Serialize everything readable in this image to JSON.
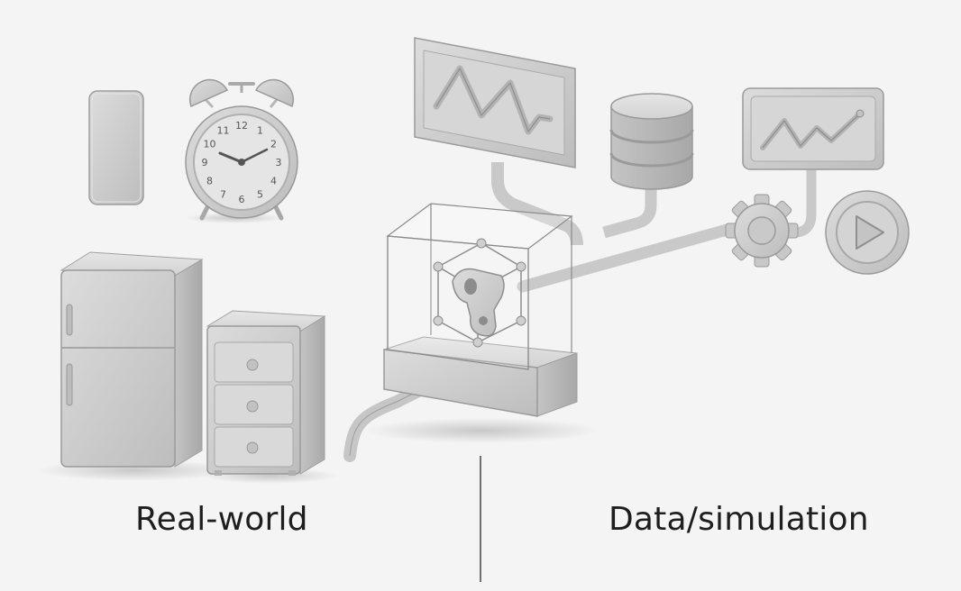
{
  "labels": {
    "real_world": "Real-world",
    "data_simulation": "Data/simulation"
  },
  "clock": {
    "numerals": [
      "12",
      "1",
      "2",
      "3",
      "4",
      "5",
      "6",
      "7",
      "8",
      "9",
      "10",
      "11"
    ]
  },
  "colors": {
    "background": "#f4f4f4",
    "object_fill": "#cfcfcf",
    "object_light": "#dedede",
    "object_shadow": "#a9a9a9",
    "outline": "#9a9a9a",
    "text": "#1e1e1e",
    "divider": "#6f6f6f"
  },
  "icons": [
    "phone-icon",
    "alarm-clock-icon",
    "refrigerator-icon",
    "drawer-cabinet-icon",
    "waveform-monitor-icon",
    "database-icon",
    "line-chart-monitor-icon",
    "gear-icon",
    "play-button-icon",
    "3d-model-box-icon"
  ]
}
